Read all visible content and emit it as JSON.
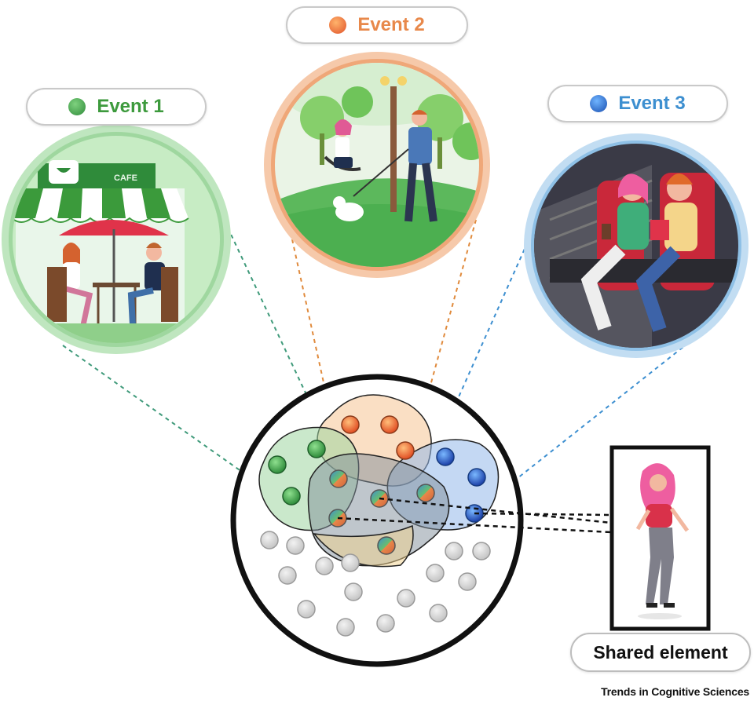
{
  "events": [
    {
      "label": "Event 1",
      "color": "#3d9a3d"
    },
    {
      "label": "Event 2",
      "color": "#e8884a"
    },
    {
      "label": "Event 3",
      "color": "#3d8fd0"
    }
  ],
  "shared_element": {
    "label": "Shared element"
  },
  "credit": "Trends in Cognitive Sciences",
  "scene_icons": {
    "event1": "cafe-scene-icon",
    "event2": "park-dog-walk-scene-icon",
    "event3": "cinema-scene-icon"
  },
  "cafe_sign": "CAFE"
}
